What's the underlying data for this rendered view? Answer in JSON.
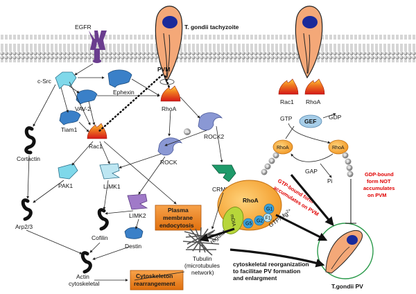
{
  "colors": {
    "membrane_head": "#9a9a9a",
    "parasite_body": "#f4a878",
    "parasite_nucleus": "#1a2a9a",
    "rho_orange": "#f5a640",
    "highlight_box": "#f28a1c",
    "red_text": "#e00000",
    "gef_blue": "#a6cde8",
    "p_bead": "#909090"
  },
  "labels": {
    "egfr": "EGFR",
    "tachyzoite": "T. gondii tachyzoite",
    "pvm": "PVM",
    "csrc": "c-Src",
    "ephexin": "Ephexin",
    "vav2": "VAV-2",
    "tiam1": "Tiam1",
    "rhoa_left": "RhoA",
    "rac1_left": "Rac1",
    "rock2": "ROCK2",
    "rock": "ROCK",
    "cortactin": "Cortactin",
    "pak1": "PAK1",
    "limk1": "LIMK1",
    "limk2": "LIMK2",
    "crmp2": "CRMP2",
    "arp23": "Arp2/3",
    "cofilin": "Cofilin",
    "destin": "Destin",
    "actin_line1": "Actin",
    "actin_line2": "cytoskeletal",
    "plasma_line1": "Plasma",
    "plasma_line2": "membrane",
    "plasma_line3": "endocytosis",
    "cyto_line1": "Cytoskeleton",
    "cyto_line2": "rearrangement",
    "tubulin_line1": "Tubulin",
    "tubulin_line2": "(microtubules",
    "tubulin_line3": "network)",
    "regulate": "regulate",
    "mdia": "mDIA",
    "rhoa_center": "RhoA",
    "g1": "G1",
    "g2": "G2",
    "g5": "G5",
    "f1": "F1",
    "gtpmg": "GTP/Mg",
    "gtpmg_sup": "2+",
    "reorg_line1": "cytoskeletal reorganization",
    "reorg_line2": "to facilitae PV formation",
    "reorg_line3": "and enlargment",
    "tgondii_pv": "T.gondii PV",
    "rac1_right": "Rac1",
    "rhoa_right": "RhoA",
    "gtp": "GTP",
    "gdp": "GDP",
    "gef": "GEF",
    "rhoa_cycle_left": "RhoA",
    "rhoa_cycle_right": "RhoA",
    "gap": "GAP",
    "pi": "Pi",
    "gtp_note_line1": "GTP-bound form",
    "gtp_note_line2": "accumulates on PVM",
    "gdp_note_line1": "GDP-bound",
    "gdp_note_line2": "form NOT",
    "gdp_note_line3": "accumulates",
    "gdp_note_line4": "on PVM",
    "p": "P",
    "ub": "Ub"
  }
}
